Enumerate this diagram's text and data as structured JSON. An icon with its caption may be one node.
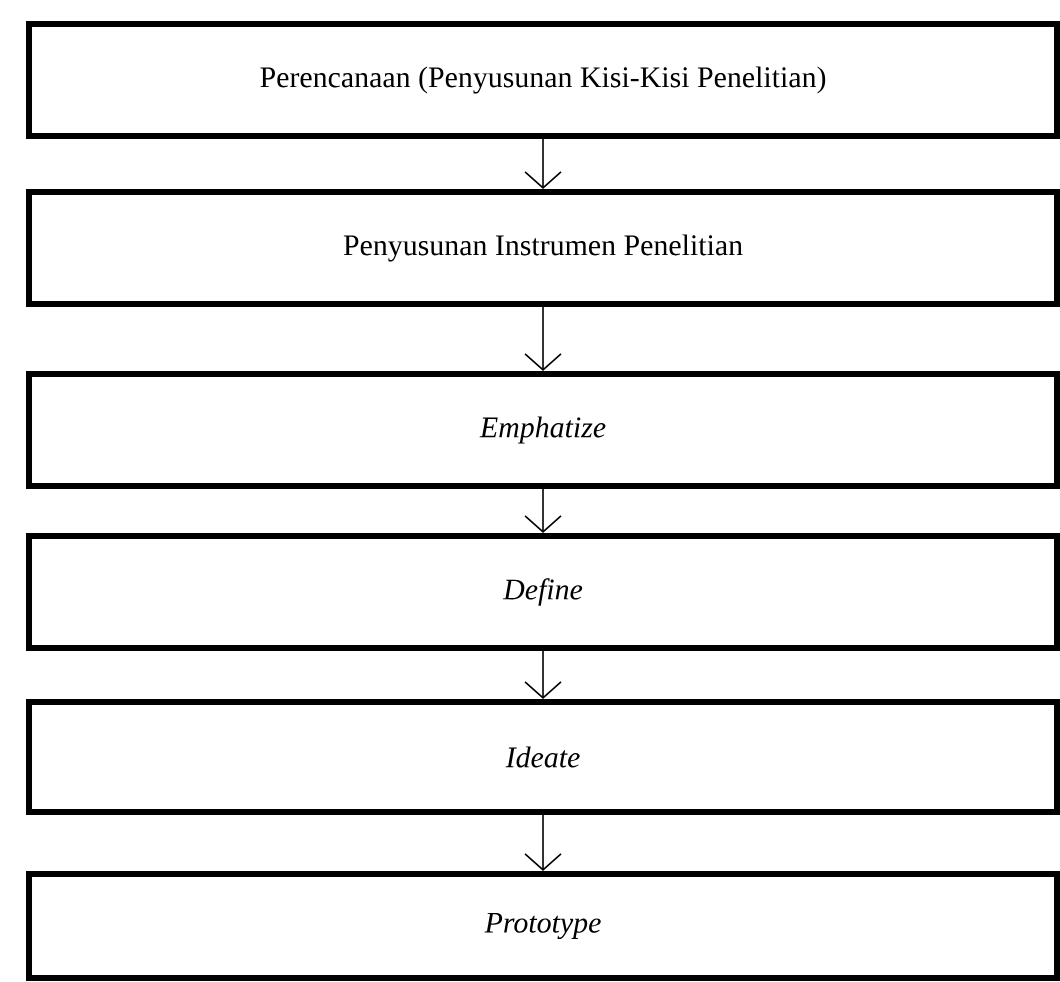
{
  "diagram": {
    "nodes": [
      {
        "text": [
          "Perencanaan (Penyusunan Kisi-Kisi Penelitian)"
        ]
      },
      {
        "text": [
          "Penyusunan Instrumen Penelitian"
        ]
      },
      {
        "text": [
          "Emphatize"
        ]
      },
      {
        "text": [
          "Define"
        ]
      },
      {
        "text": [
          "Ideate"
        ]
      },
      {
        "text": [
          "Prototype"
        ]
      }
    ],
    "edges": [
      {
        "from": 0,
        "to": 1,
        "arrow": "to"
      },
      {
        "from": 1,
        "to": 2,
        "arrow": "to"
      },
      {
        "from": 2,
        "to": 3,
        "arrow": "to"
      },
      {
        "from": 3,
        "to": 4,
        "arrow": "to"
      },
      {
        "from": 4,
        "to": 5,
        "arrow": "to"
      }
    ]
  }
}
